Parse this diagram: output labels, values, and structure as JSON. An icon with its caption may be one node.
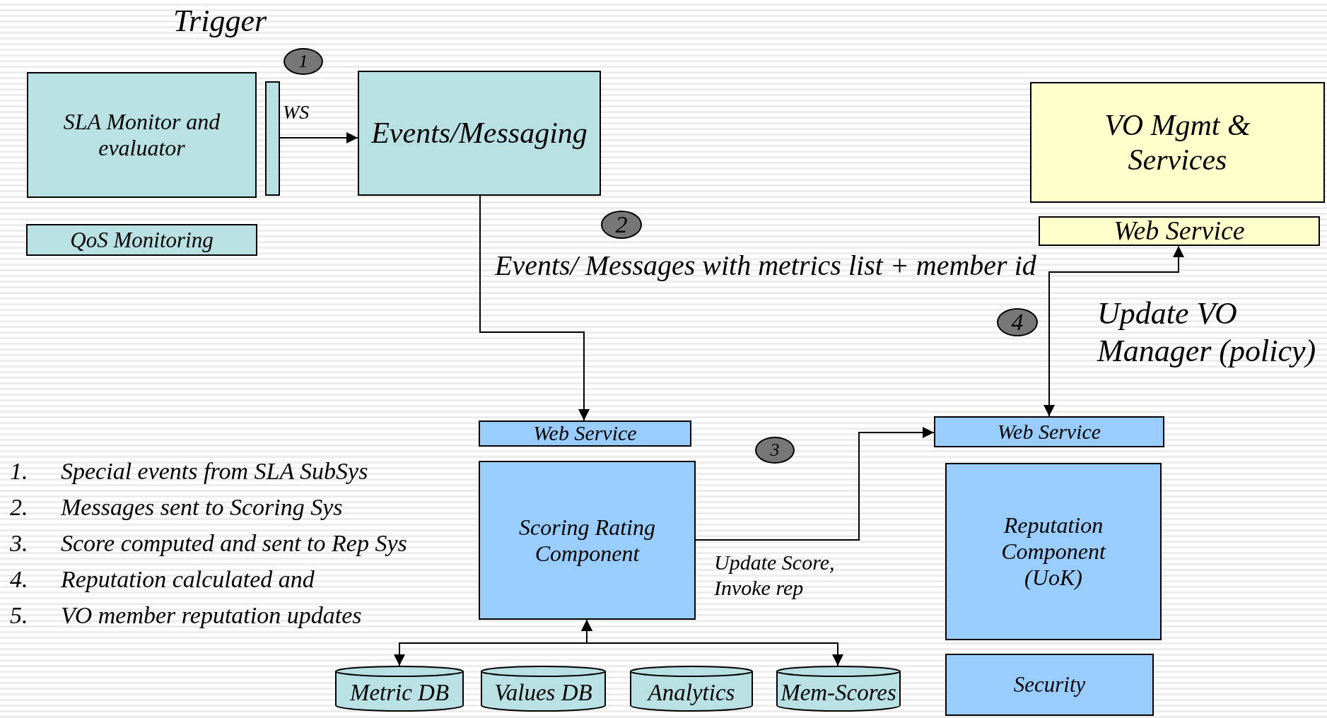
{
  "diagram": {
    "nodes": [
      {
        "text": [
          "SLA Monitor and evaluator"
        ]
      },
      {
        "text": [],
        "shape": "bar",
        "beside": [
          "WS"
        ]
      },
      {
        "text": [
          "Events/Messaging"
        ]
      },
      {
        "text": [
          "QoS Monitoring"
        ]
      },
      {
        "text": [
          "VO Mgmt & Services"
        ]
      },
      {
        "text": [
          "Web Service"
        ]
      },
      {
        "text": [
          "Web Service"
        ]
      },
      {
        "text": [
          "Scoring Rating Component"
        ]
      },
      {
        "text": [
          "Web Service"
        ]
      },
      {
        "text": [
          "Reputation Component (UoK)"
        ]
      },
      {
        "text": [
          "Security"
        ]
      },
      {
        "text": [
          "Metric DB"
        ]
      },
      {
        "text": [
          "Values DB"
        ]
      },
      {
        "text": [
          "Analytics"
        ]
      },
      {
        "text": [
          "Mem-Scores"
        ]
      },
      {
        "text": [
          "1"
        ]
      },
      {
        "text": [
          "2"
        ]
      },
      {
        "text": [
          "3"
        ]
      },
      {
        "text": [
          "4"
        ]
      }
    ],
    "edges": [
      {
        "from": 1,
        "to": 2,
        "arrow": "to"
      },
      {
        "from": 2,
        "to": 6,
        "arrow": "to",
        "label": "Events/ Messages with metrics list + member id"
      },
      {
        "from": 7,
        "to": 8,
        "arrow": "to",
        "label": "Update Score, Invoke rep"
      },
      {
        "from": 11,
        "to": 7,
        "arrow": "both"
      },
      {
        "from": 14,
        "to": 7,
        "arrow": "both"
      },
      {
        "from": 8,
        "to": 5,
        "arrow": "both",
        "label": "Update VO Manager (policy)"
      }
    ],
    "labels": [
      "Trigger",
      "1.",
      "Special events from SLA SubSys",
      "2.",
      "Messages sent to Scoring Sys",
      "3.",
      "Score computed and sent to Rep Sys",
      "4.",
      "Reputation calculated and",
      "5.",
      "VO member reputation updates"
    ]
  }
}
